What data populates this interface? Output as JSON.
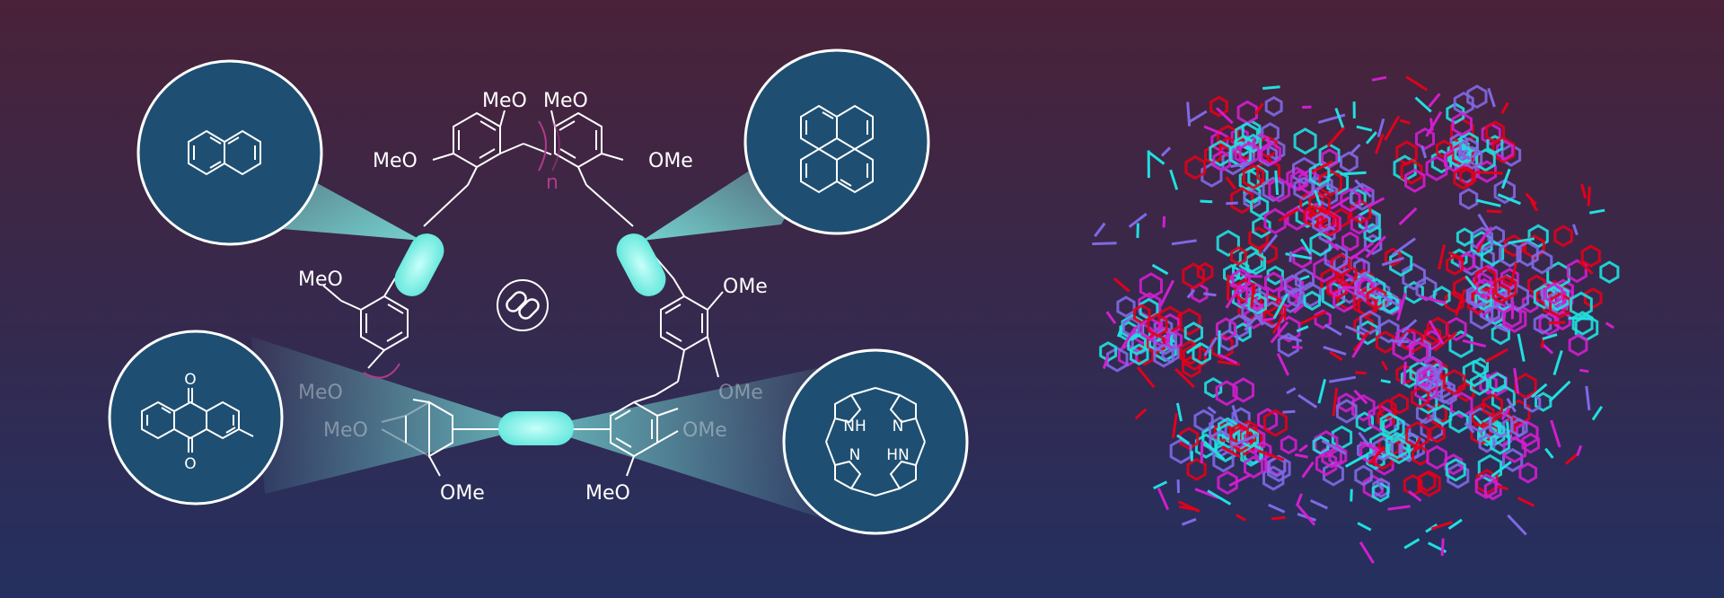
{
  "theme": {
    "bg_top": "#4a2239",
    "bg_bottom": "#243060",
    "accent_cyan": "#7ff0e6",
    "circle_fill": "#1e4f72",
    "link_magenta": "#b03a8c",
    "crystal_colors": [
      "#e3001b",
      "#20e0e0",
      "#d21ecf",
      "#7f69e6"
    ]
  },
  "labels": {
    "meo_top_a": "MeO",
    "meo_top_b": "MeO",
    "meo_upper_left": "MeO",
    "ome_upper_right": "OMe",
    "n_repeat": "n",
    "meo_left_mid": "MeO",
    "ome_right_mid": "OMe",
    "meo_faded_1": "MeO",
    "meo_faded_2": "MeO",
    "ome_right_faded_1": "OMe",
    "ome_right_faded_2": "OMe",
    "ome_bottom_left": "OMe",
    "meo_bottom_right": "MeO"
  },
  "insets": [
    {
      "name": "naphthalene",
      "atoms": []
    },
    {
      "name": "pyrene",
      "atoms": []
    },
    {
      "name": "anthraquinone",
      "atoms": [
        "O",
        "O"
      ]
    },
    {
      "name": "porphyrin",
      "atoms": [
        "NH",
        "N",
        "N",
        "HN"
      ]
    }
  ],
  "icons": {
    "center": "link-icon"
  }
}
